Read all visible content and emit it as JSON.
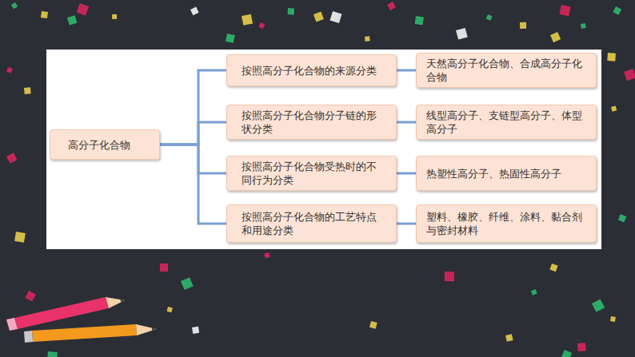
{
  "diagram": {
    "nodes": [
      {
        "text": [
          "高分子化合物"
        ]
      },
      {
        "text": [
          "按照高分子化合物的来源分类"
        ]
      },
      {
        "text": [
          "天然高分子化合物、合成高分子化合物"
        ]
      },
      {
        "text": [
          "按照高分子化合物分子链的形状分类"
        ]
      },
      {
        "text": [
          "线型高分子、支链型高分子、体型高分子"
        ]
      },
      {
        "text": [
          "按照高分子化合物受热时的不同行为分类"
        ]
      },
      {
        "text": [
          "热塑性高分子、热固性高分子"
        ]
      },
      {
        "text": [
          "按照高分子化合物的工艺特点和用途分类"
        ]
      },
      {
        "text": [
          "塑料、橡胶、纤维、涂料、黏合剂与密封材料"
        ]
      }
    ],
    "edges": [
      {
        "from": 0,
        "to": 1,
        "arrow": "none"
      },
      {
        "from": 0,
        "to": 3,
        "arrow": "none"
      },
      {
        "from": 0,
        "to": 5,
        "arrow": "none"
      },
      {
        "from": 0,
        "to": 7,
        "arrow": "none"
      },
      {
        "from": 1,
        "to": 2,
        "arrow": "none"
      },
      {
        "from": 3,
        "to": 4,
        "arrow": "none"
      },
      {
        "from": 5,
        "to": 6,
        "arrow": "none"
      },
      {
        "from": 7,
        "to": 8,
        "arrow": "none"
      }
    ]
  }
}
